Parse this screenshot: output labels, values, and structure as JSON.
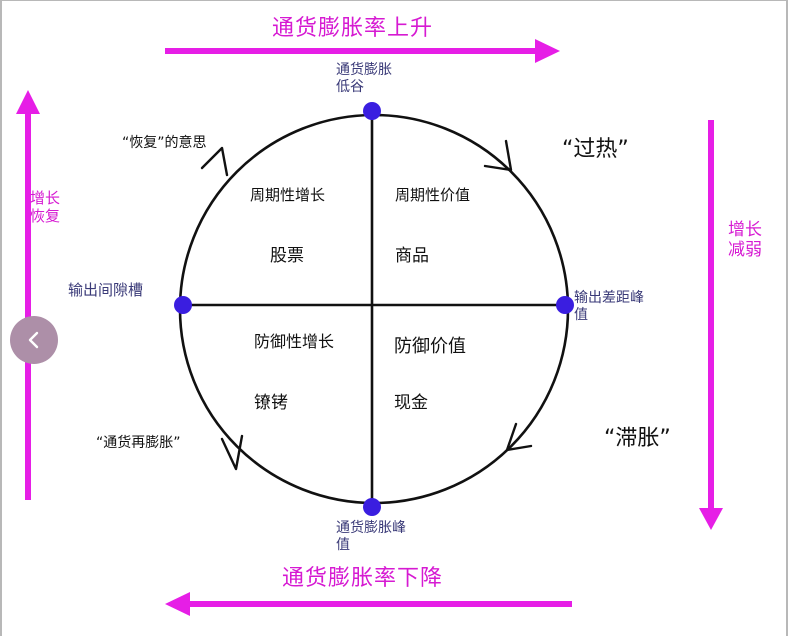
{
  "title_top": "通货膨胀率上升",
  "title_bottom": "通货膨胀率下降",
  "side_left": "增长恢复",
  "side_right": "增长减弱",
  "points": {
    "top": "通货膨胀低谷",
    "right": "输出差距峰值",
    "bottom": "通货膨胀峰值",
    "left": "输出间隙槽"
  },
  "quadrants": {
    "top_left": {
      "heading": "周期性增长",
      "asset": "股票"
    },
    "top_right": {
      "heading": "周期性价值",
      "asset": "商品"
    },
    "bottom_left": {
      "heading": "防御性增长",
      "asset": "镣铐"
    },
    "bottom_right": {
      "heading": "防御价值",
      "asset": "现金"
    }
  },
  "phases": {
    "top_left": "“恢复”的意思",
    "top_right": "“过热”",
    "bottom_right": "“滞胀”",
    "bottom_left": "“通货再膨胀”"
  },
  "nav": {
    "icon": "chevron-left-icon"
  },
  "colors": {
    "accent_magenta": "#e61ee6",
    "label_magenta": "#d61ad2",
    "node_blue": "#3a1ee0",
    "nav_button": "#ad8fa8"
  }
}
